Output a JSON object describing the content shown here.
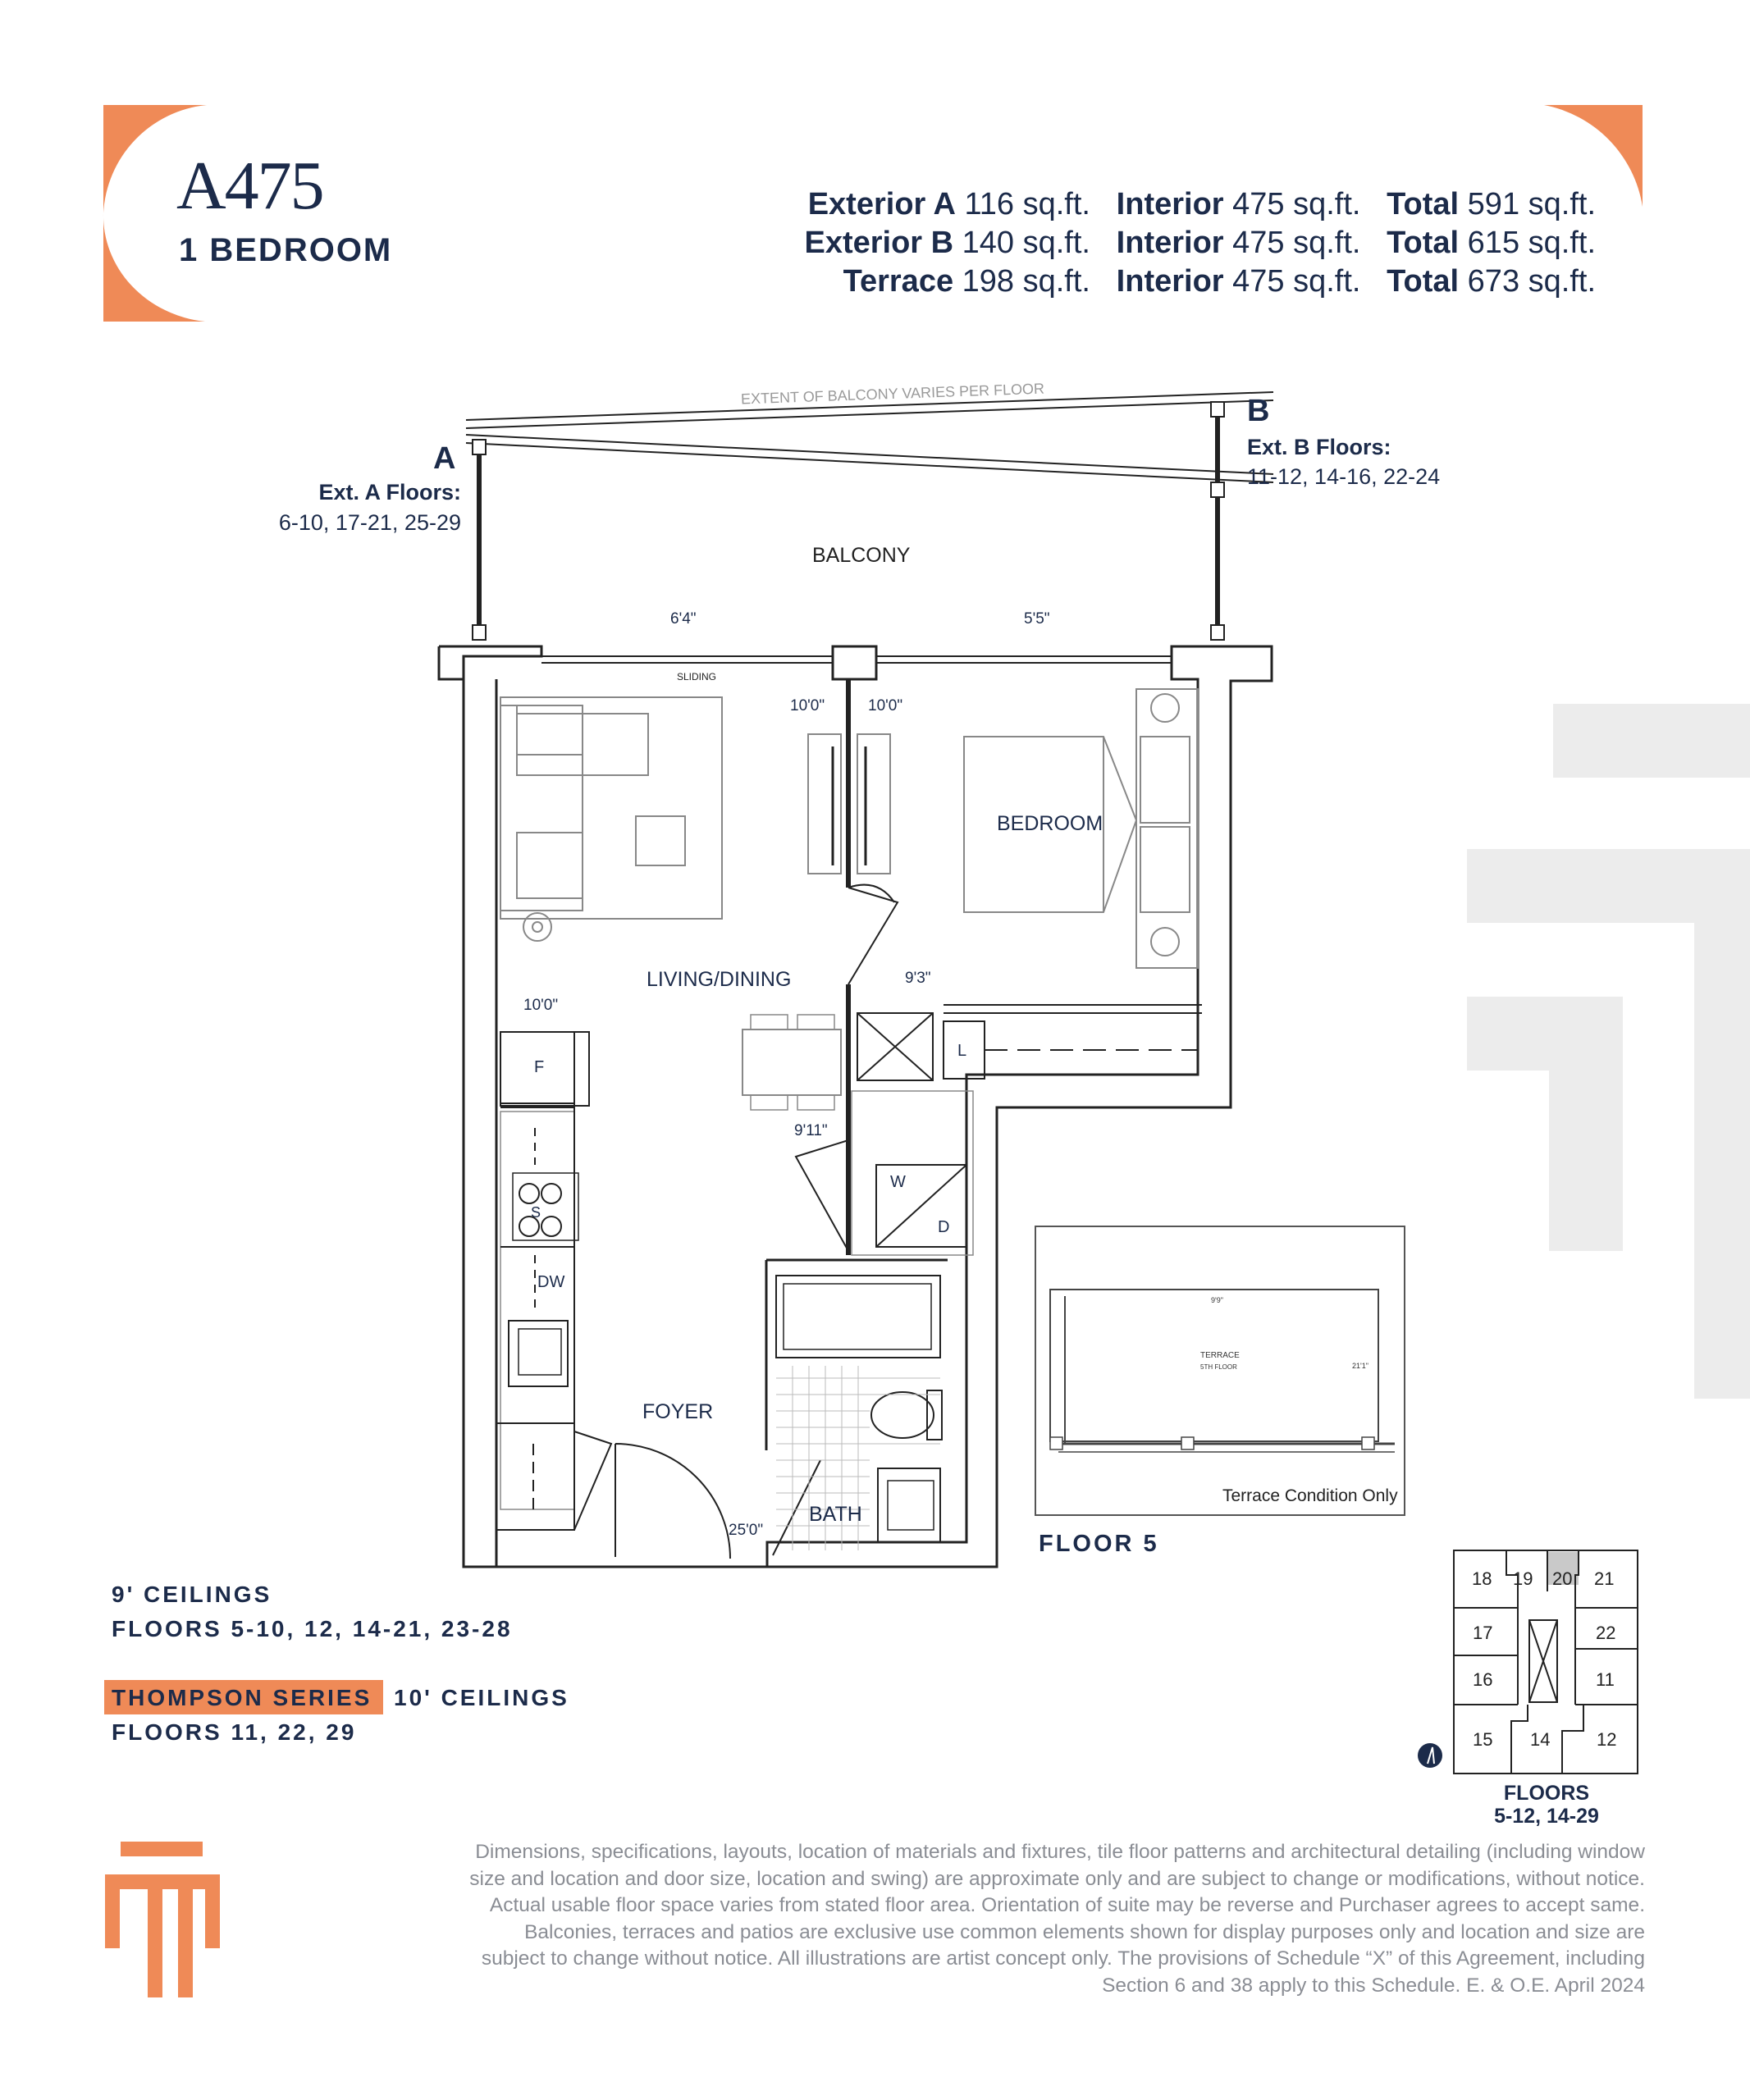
{
  "unit": {
    "code": "A475",
    "type": "1 BEDROOM"
  },
  "areas": [
    {
      "label": "Exterior A",
      "exterior": "116 sq.ft.",
      "interior_label": "Interior",
      "interior": "475 sq.ft.",
      "total_label": "Total",
      "total": "591 sq.ft."
    },
    {
      "label": "Exterior B",
      "exterior": "140 sq.ft.",
      "interior_label": "Interior",
      "interior": "475 sq.ft.",
      "total_label": "Total",
      "total": "615 sq.ft."
    },
    {
      "label": "Terrace",
      "exterior": "198 sq.ft.",
      "interior_label": "Interior",
      "interior": "475 sq.ft.",
      "total_label": "Total",
      "total": "673 sq.ft."
    }
  ],
  "plan": {
    "balcony_note": "EXTENT OF BALCONY VARIES PER FLOOR",
    "balcony": "BALCONY",
    "ext_a_letter": "A",
    "ext_a_title": "Ext. A Floors:",
    "ext_a_floors": "6-10, 17-21, 25-29",
    "ext_b_letter": "B",
    "ext_b_title": "Ext. B Floors:",
    "ext_b_floors": "11-12, 14-16, 22-24",
    "sliding": "SLIDING",
    "dims": {
      "d1": "6'4\"",
      "d2": "5'5\"",
      "d3": "10'0\"",
      "d4": "10'0\"",
      "d5": "9'3\"",
      "d6": "10'0\"",
      "d7": "9'11\"",
      "d8": "25'0\""
    },
    "rooms": {
      "living": "LIVING/DINING",
      "bedroom": "BEDROOM",
      "foyer": "FOYER",
      "bath": "BATH"
    },
    "fixtures": {
      "fridge": "F",
      "stove": "S",
      "dishwasher": "DW",
      "linen": "L",
      "washer": "W",
      "dryer": "D"
    }
  },
  "inset": {
    "terrace": "TERRACE",
    "terrace_floor": "5TH FLOOR",
    "dim_top": "9'9\"",
    "dim_side": "21'1\"",
    "note": "Terrace Condition Only",
    "caption": "FLOOR 5"
  },
  "ceilings": {
    "line1": "9' CEILINGS",
    "line2": "FLOORS 5-10, 12, 14-21, 23-28",
    "series": "THOMPSON SERIES",
    "series_ceiling": "10' CEILINGS",
    "line4": "FLOORS 11, 22, 29"
  },
  "keyplan": {
    "units": [
      "18",
      "19",
      "20",
      "21",
      "17",
      "22",
      "16",
      "11",
      "15",
      "14",
      "12"
    ],
    "caption_line1": "FLOORS",
    "caption_line2": "5-12, 14-29"
  },
  "disclaimer": "Dimensions, specifications, layouts, location of materials and fixtures, tile floor patterns and architectural detailing (including window size and location and door size, location and swing) are approximate only and are subject to change or modifications, without notice. Actual usable floor space varies from stated floor area. Orientation of suite may be reverse and Purchaser agrees to accept same. Balconies, terraces and patios are exclusive use common elements shown for display purposes only and location and size are subject to change without notice. All illustrations are artist concept only. The provisions of Schedule “X” of this Agreement, including Section 6 and 38 apply to this Schedule. E. & O.E. April 2024",
  "colors": {
    "accent": "#ef8a57",
    "navy": "#1c2b4a",
    "watermark": "#ececec"
  }
}
